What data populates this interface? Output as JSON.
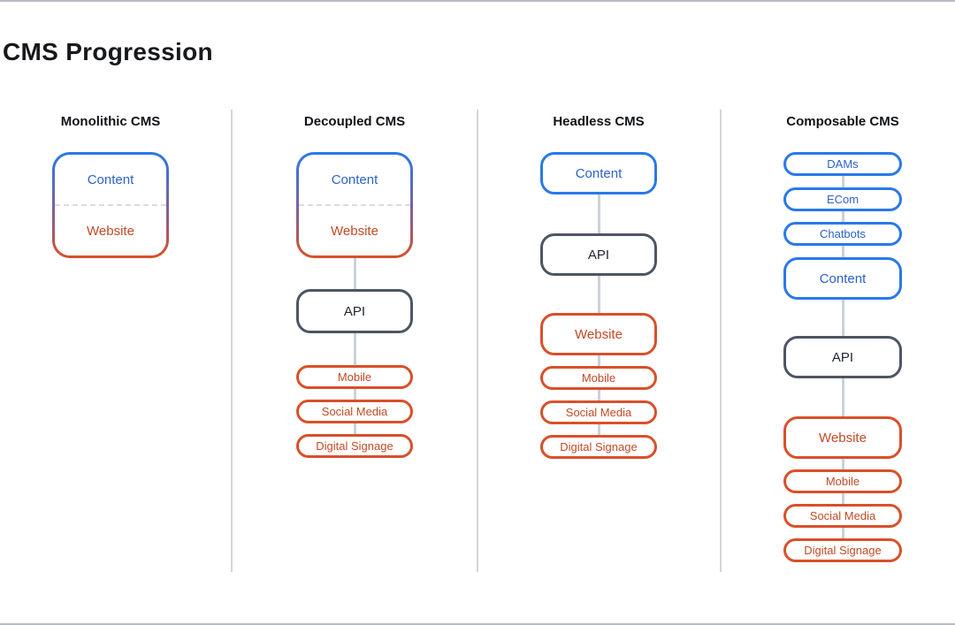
{
  "page": {
    "title": "CMS Progression"
  },
  "colors": {
    "blue_border": "#2979e8",
    "blue_text": "#2d62c9",
    "orange_border": "#d8502a",
    "orange_text": "#c14a26",
    "slate_border": "#4d5565",
    "dark_text": "#1f242d",
    "gradient_top": "#2979e8",
    "gradient_bottom": "#d8502a",
    "connector": "#c9d2d9",
    "column_divider": "#d5d5d5",
    "frame_border": "#b6bcc2"
  },
  "columns": [
    {
      "id": "monolithic",
      "header": "Monolithic CMS",
      "nodes": [
        {
          "type": "combined",
          "labels": [
            "Content",
            "Website"
          ]
        }
      ]
    },
    {
      "id": "decoupled",
      "header": "Decoupled CMS",
      "nodes": [
        {
          "type": "combined",
          "labels": [
            "Content",
            "Website"
          ]
        },
        {
          "type": "box-slate",
          "label": "API"
        },
        {
          "type": "pill-orange",
          "label": "Mobile"
        },
        {
          "type": "pill-orange",
          "label": "Social Media"
        },
        {
          "type": "pill-orange",
          "label": "Digital Signage"
        }
      ]
    },
    {
      "id": "headless",
      "header": "Headless CMS",
      "nodes": [
        {
          "type": "box-blue",
          "label": "Content"
        },
        {
          "type": "box-slate",
          "label": "API"
        },
        {
          "type": "box-orange",
          "label": "Website"
        },
        {
          "type": "pill-orange",
          "label": "Mobile"
        },
        {
          "type": "pill-orange",
          "label": "Social Media"
        },
        {
          "type": "pill-orange",
          "label": "Digital Signage"
        }
      ]
    },
    {
      "id": "composable",
      "header": "Composable CMS",
      "nodes": [
        {
          "type": "pill-blue",
          "label": "DAMs"
        },
        {
          "type": "pill-blue",
          "label": "ECom"
        },
        {
          "type": "pill-blue",
          "label": "Chatbots"
        },
        {
          "type": "box-blue",
          "label": "Content"
        },
        {
          "type": "box-slate",
          "label": "API"
        },
        {
          "type": "box-orange",
          "label": "Website"
        },
        {
          "type": "pill-orange",
          "label": "Mobile"
        },
        {
          "type": "pill-orange",
          "label": "Social Media"
        },
        {
          "type": "pill-orange",
          "label": "Digital Signage"
        }
      ]
    }
  ]
}
